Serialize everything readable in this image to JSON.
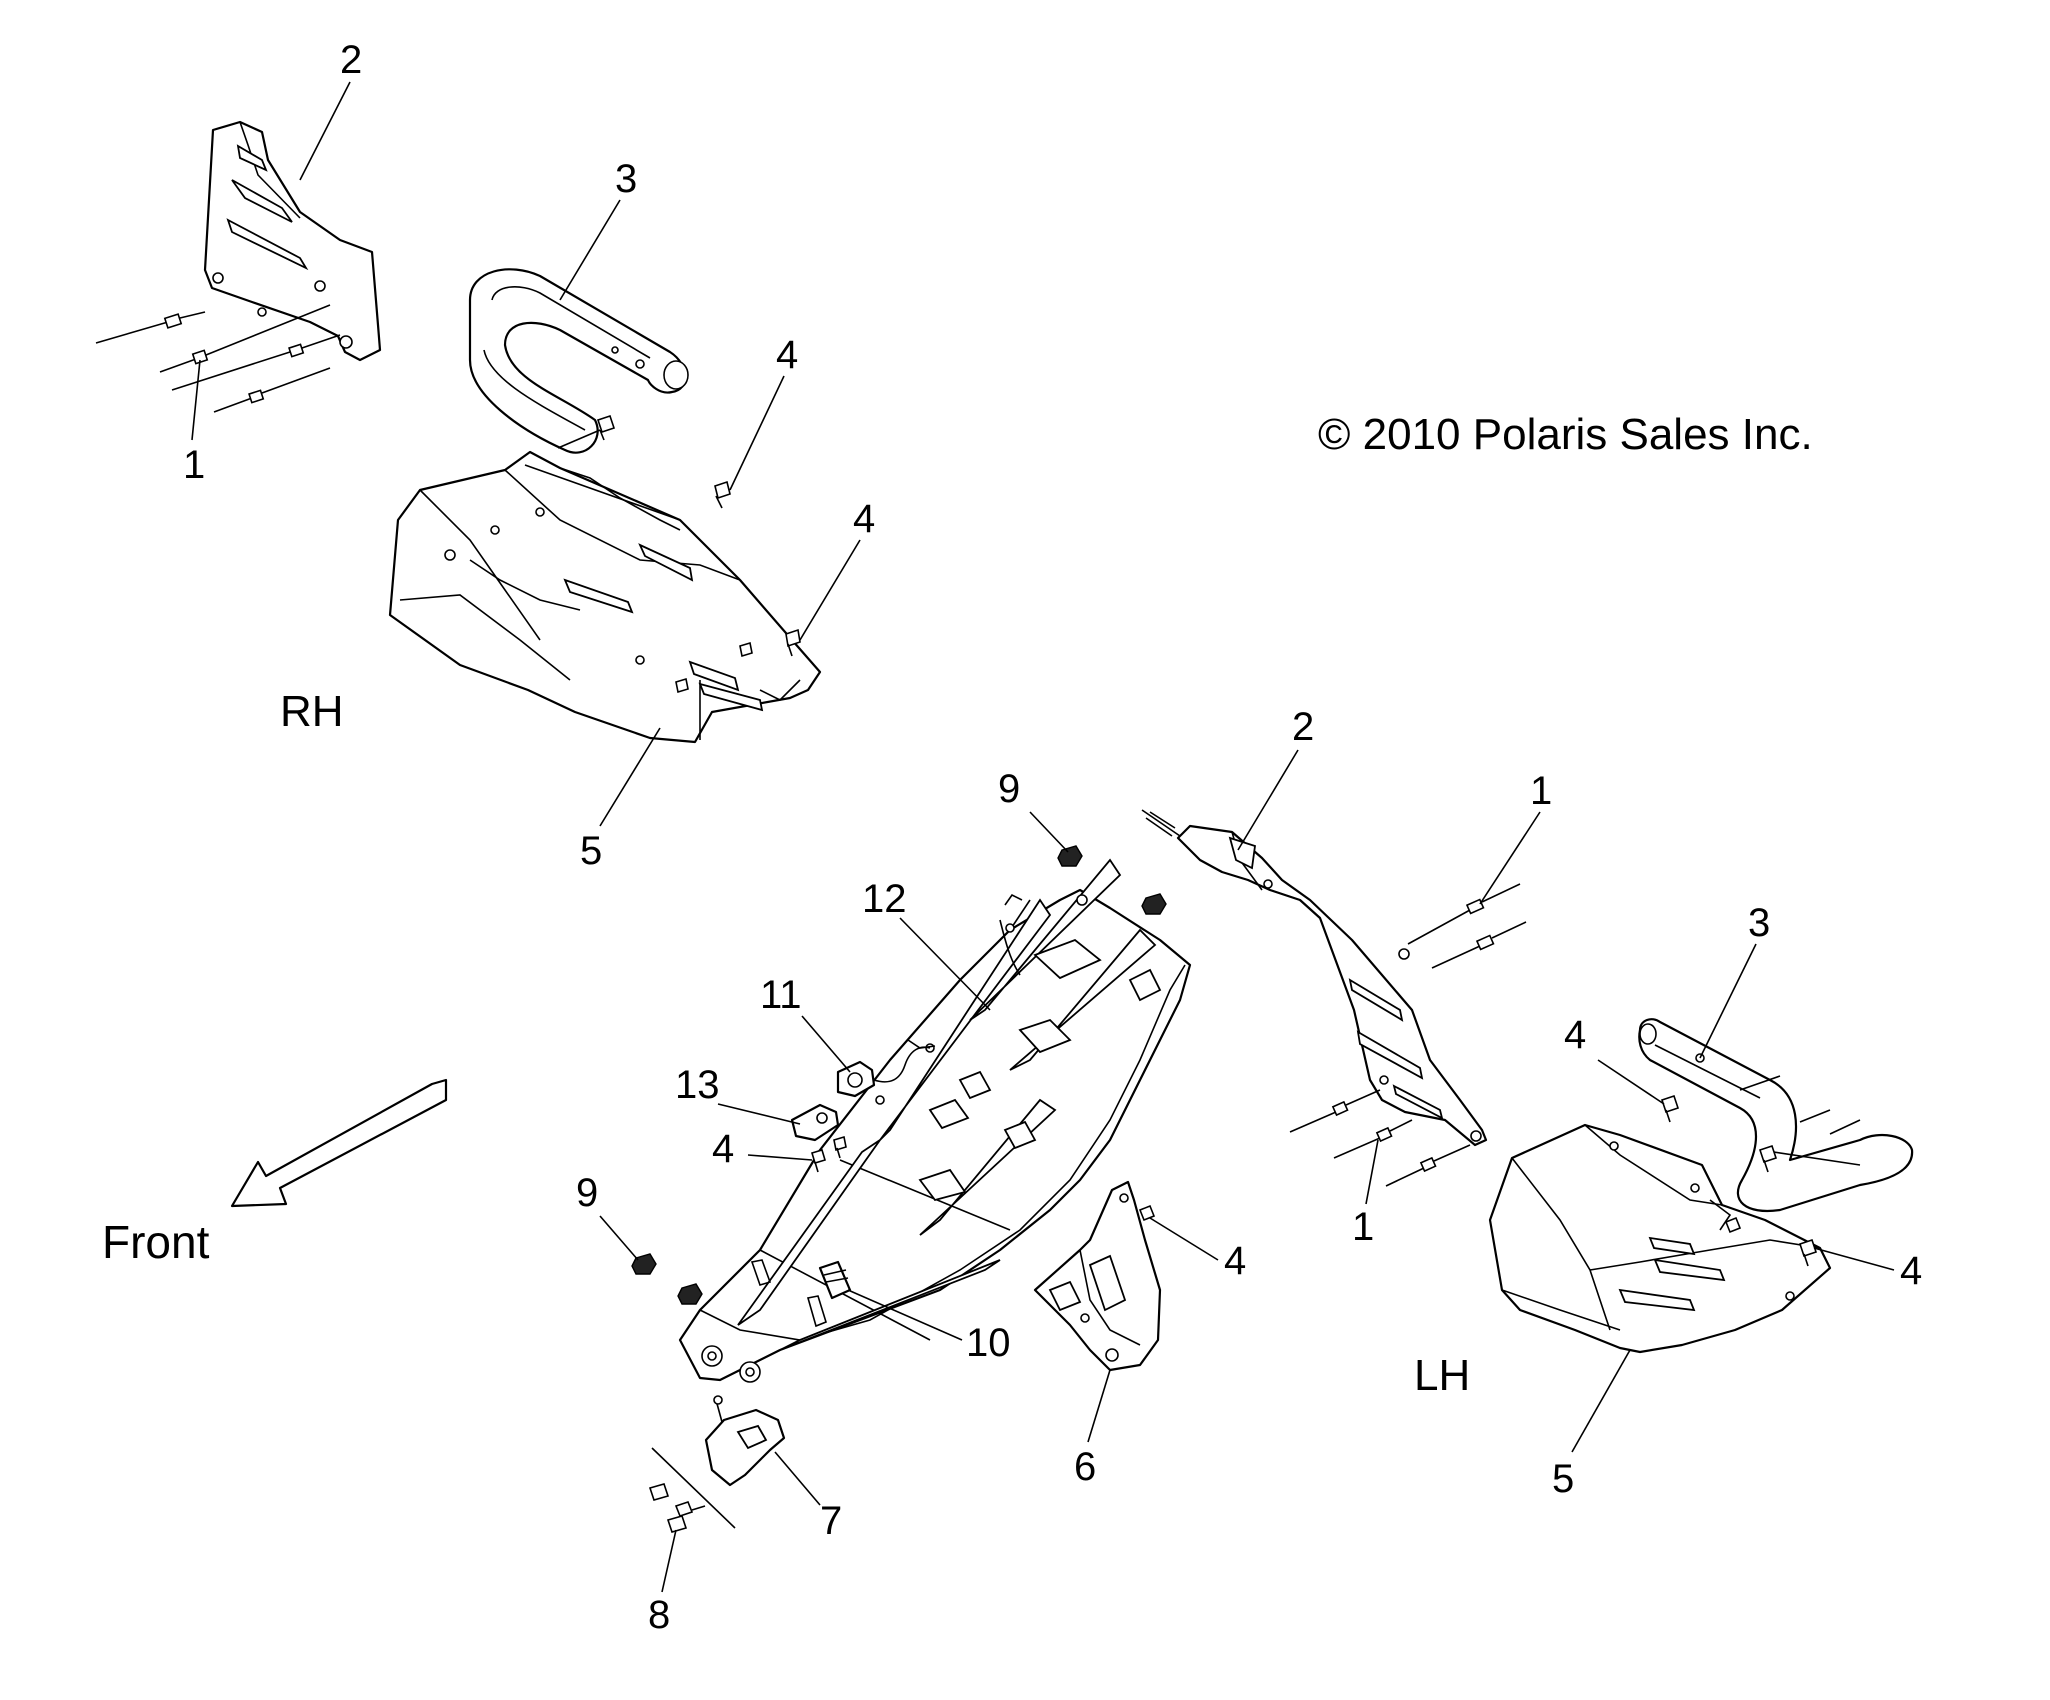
{
  "copyright": "© 2010 Polaris Sales Inc.",
  "side_labels": {
    "rh": "RH",
    "lh": "LH"
  },
  "front_label": "Front",
  "callouts": [
    {
      "id": "rh-2",
      "text": "2"
    },
    {
      "id": "rh-3",
      "text": "3"
    },
    {
      "id": "rh-1",
      "text": "1"
    },
    {
      "id": "rh-4a",
      "text": "4"
    },
    {
      "id": "rh-4b",
      "text": "4"
    },
    {
      "id": "rh-5",
      "text": "5"
    },
    {
      "id": "c-9a",
      "text": "9"
    },
    {
      "id": "c-12",
      "text": "12"
    },
    {
      "id": "c-11",
      "text": "11"
    },
    {
      "id": "c-13",
      "text": "13"
    },
    {
      "id": "c-4",
      "text": "4"
    },
    {
      "id": "c-9b",
      "text": "9"
    },
    {
      "id": "c-10",
      "text": "10"
    },
    {
      "id": "c-7",
      "text": "7"
    },
    {
      "id": "c-8",
      "text": "8"
    },
    {
      "id": "c-6",
      "text": "6"
    },
    {
      "id": "c-4r",
      "text": "4"
    },
    {
      "id": "lh-2",
      "text": "2"
    },
    {
      "id": "lh-1a",
      "text": "1"
    },
    {
      "id": "lh-1b",
      "text": "1"
    },
    {
      "id": "lh-3",
      "text": "3"
    },
    {
      "id": "lh-4a",
      "text": "4"
    },
    {
      "id": "lh-4b",
      "text": "4"
    },
    {
      "id": "lh-5",
      "text": "5"
    }
  ]
}
